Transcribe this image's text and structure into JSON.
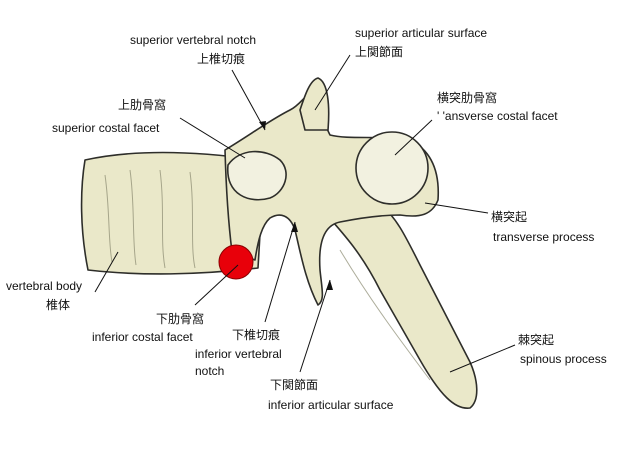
{
  "labels": {
    "superior_vertebral_notch": {
      "en": "superior vertebral notch",
      "ja": "上椎切痕"
    },
    "superior_articular_surface": {
      "en": "superior articular  surface",
      "ja": "上関節面"
    },
    "superior_costal_facet": {
      "en": "superior costal facet",
      "ja": "上肋骨窩"
    },
    "transverse_costal_facet": {
      "en": "' 'ansverse costal facet",
      "ja": "横突肋骨窩"
    },
    "transverse_process": {
      "en": "transverse process",
      "ja": "横突起"
    },
    "vertebral_body": {
      "en": "vertebral body",
      "ja": "椎体"
    },
    "inferior_costal_facet": {
      "en": "inferior costal facet",
      "ja": "下肋骨窩"
    },
    "inferior_vertebral_notch": {
      "en1": "inferior vertebral",
      "en2": "notch",
      "ja": "下椎切痕"
    },
    "spinous_process": {
      "en": "spinous process",
      "ja": "棘突起"
    },
    "inferior_articular_surface": {
      "en": "inferior articular  surface",
      "ja": "下関節面"
    }
  },
  "colors": {
    "bone": "#eae8c9",
    "outline": "#2e2e2a",
    "highlight": "#e8000a"
  }
}
